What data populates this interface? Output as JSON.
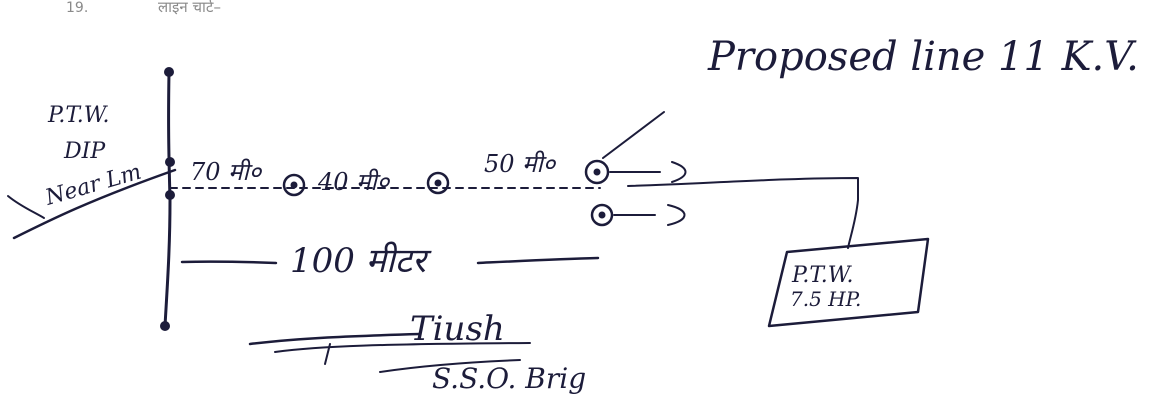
{
  "header": {
    "number": "19.",
    "title": "लाइन चार्ट–"
  },
  "labels": {
    "proposed_line": "Proposed line 11 K.V.",
    "source_ptw": "P.T.W.",
    "source_dp": "DIP",
    "near_line": "Near Lm",
    "span_1": "70 मी०",
    "span_2": "40 मी०",
    "span_3": "50 मी०",
    "total_distance": "100 मीटर",
    "load_ptw": "P.T.W.",
    "load_rating": "7.5 HP.",
    "signature": "Tiush",
    "designation": "S.S.O. Brig"
  },
  "colors": {
    "ink": "#1c1c3a",
    "printed_text": "#8a8a8a",
    "background": "#ffffff"
  }
}
